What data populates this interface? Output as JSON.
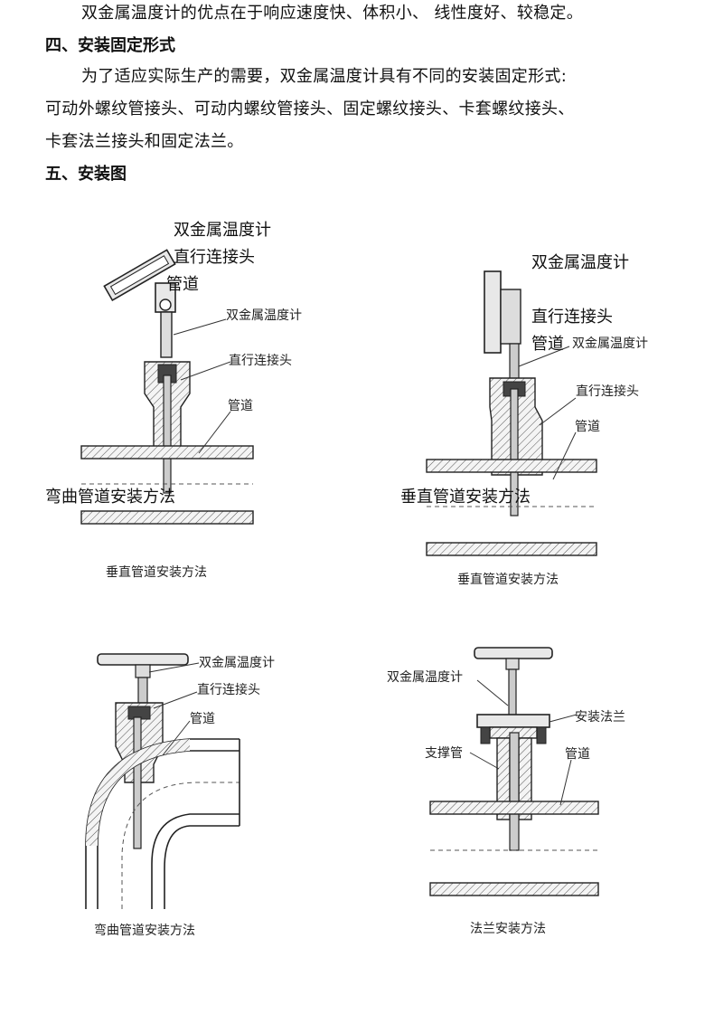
{
  "intro_line": "双金属温度计的优点在于响应速度快、体积小、 线性度好、较稳定。",
  "section4": {
    "heading": "四、安装固定形式",
    "para_line1": "为了适应实际生产的需要，双金属温度计具有不同的安装固定形式:",
    "para_line2": "可动外螺纹管接头、可动内螺纹管接头、固定螺纹接头、卡套螺纹接头、",
    "para_line3": "卡套法兰接头和固定法兰。"
  },
  "section5": {
    "heading": "五、安装图"
  },
  "fig1": {
    "overlay_thermometer": "双金属温度计",
    "overlay_connector": "直行连接头",
    "overlay_pipe": "管道",
    "label_thermometer": "双金属温度计",
    "label_connector": "直行连接头",
    "label_pipe": "管道",
    "overlay_method": "弯曲管道安装方法",
    "caption": "垂直管道安装方法"
  },
  "fig2": {
    "overlay_thermometer": "双金属温度计",
    "overlay_connector": "直行连接头",
    "overlay_pipe": "管道",
    "label_thermometer": "双金属温度计",
    "label_connector": "直行连接头",
    "label_pipe": "管道",
    "overlay_method": "垂直管道安装方法",
    "caption": "垂直管道安装方法"
  },
  "fig3": {
    "label_thermometer": "双金属温度计",
    "label_connector": "直行连接头",
    "label_pipe": "管道",
    "caption": "弯曲管道安装方法"
  },
  "fig4": {
    "label_thermometer": "双金属温度计",
    "label_flange": "安装法兰",
    "label_support": "支撑管",
    "label_pipe": "管道",
    "caption": "法兰安装方法"
  }
}
